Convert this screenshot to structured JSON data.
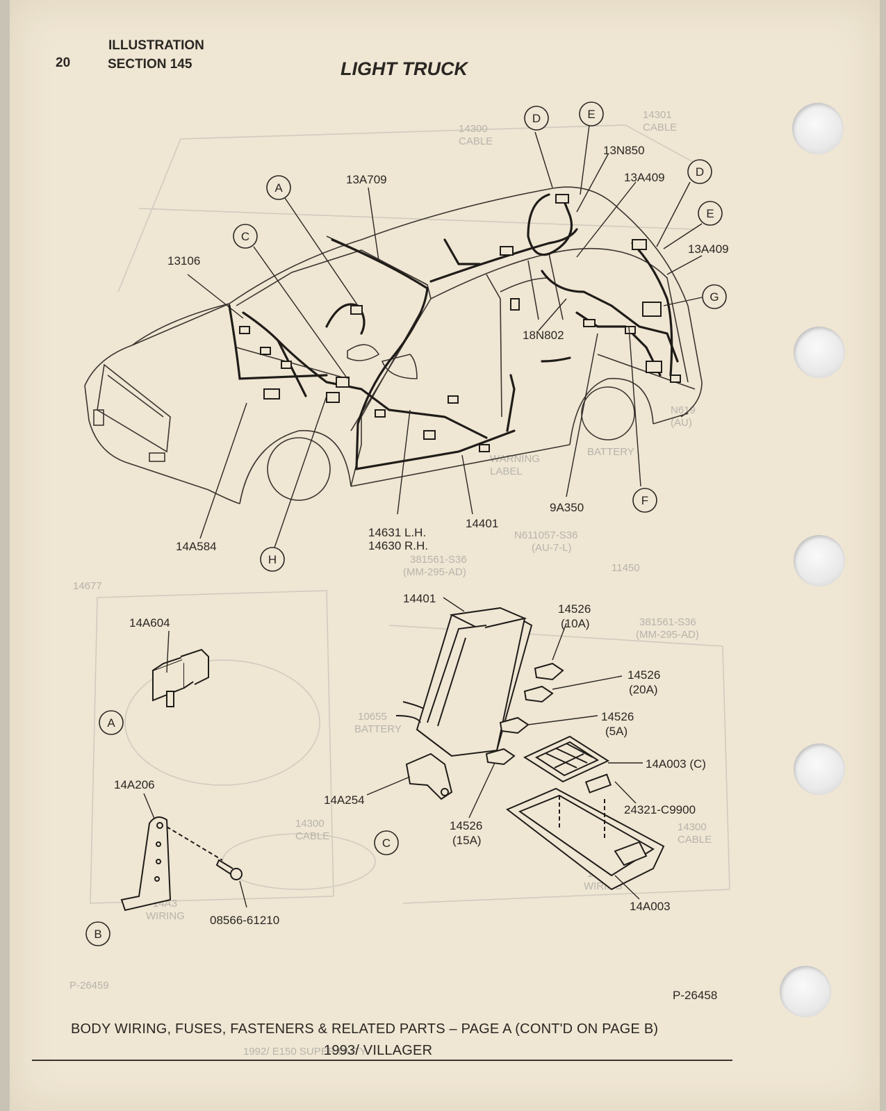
{
  "header": {
    "page_number": "20",
    "illustration": "ILLUSTRATION",
    "section": "SECTION 145",
    "title": "LIGHT TRUCK"
  },
  "diagram": {
    "part_labels": [
      "13A709",
      "13N850",
      "13A409",
      "13A409",
      "13106",
      "18N802",
      "14A584",
      "14631 L.H.",
      "14630 R.H.",
      "14401",
      "9A350",
      "14401",
      "14526",
      "(10A)",
      "14A604",
      "14526",
      "(20A)",
      "14526",
      "(5A)",
      "14A003 (C)",
      "14A206",
      "14A254",
      "24321-C9900",
      "14526",
      "(15A)",
      "14A003",
      "08566-61210"
    ],
    "callouts": [
      "D",
      "E",
      "A",
      "C",
      "D",
      "E",
      "G",
      "F",
      "H",
      "A",
      "C",
      "B"
    ],
    "figure_id": "P-26458"
  },
  "footer": {
    "caption": "BODY WIRING, FUSES, FASTENERS & RELATED PARTS – PAGE A (CONT'D ON PAGE B)",
    "model": "1993/ VILLAGER"
  }
}
